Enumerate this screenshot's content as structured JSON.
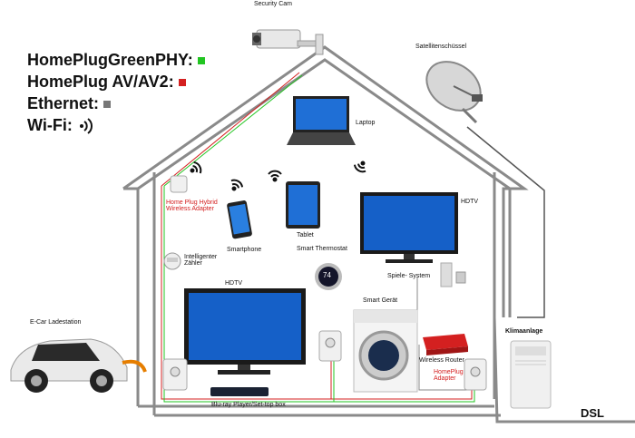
{
  "legend": {
    "items": [
      {
        "label": "HomePlugGreenPHY:",
        "marker": "square",
        "color": "#22c522"
      },
      {
        "label": "HomePlug AV/AV2:",
        "marker": "square",
        "color": "#d42020"
      },
      {
        "label": "Ethernet:",
        "marker": "square",
        "color": "#777777"
      },
      {
        "label": "Wi-Fi:",
        "marker": "wifi-icon",
        "color": "#111111"
      }
    ]
  },
  "labels": {
    "security_cam": "Security Cam",
    "satellite": "Satellitenschüssel",
    "laptop": "Laptop",
    "homeplug_hybrid": "Home Plug Hybrid\nWireless Adapter",
    "smartphone": "Smartphone",
    "tablet": "Tablet",
    "hdtv_right": "HDTV",
    "intelligent_meter": "Intelligenter\nZähler",
    "smart_thermostat": "Smart Thermostat",
    "thermostat_value": "74",
    "spiele_system": "Spiele- System",
    "hdtv_left": "HDTV",
    "smart_device": "Smart Gerät",
    "ecar": "E-Car Ladestation",
    "klimaanlage": "Klimaanlage",
    "wireless_router": "Wireless Router",
    "homeplug_adapter": "HomePlug\nAdapter",
    "bluray": "Blu-ray Player/Set-top box",
    "dsl": "DSL"
  },
  "colors": {
    "green_phy": "#22c522",
    "homeplug_av": "#d42020",
    "ethernet": "#777777",
    "house_outline": "#8a8a8a",
    "screen_blue": "#1560c8"
  }
}
